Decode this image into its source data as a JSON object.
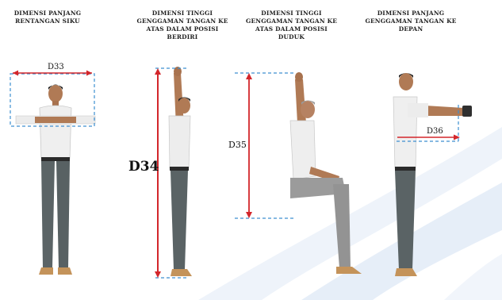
{
  "captions": [
    [
      "DIMENSI PANJANG",
      "RENTANGAN SIKU"
    ],
    [
      "DIMENSI TINGGI",
      "GENGGAMAN TANGAN KE",
      "ATAS DALAM POSISI",
      "BERDIRI"
    ],
    [
      "DIMENSI TINGGI",
      "GENGGAMAN TANGAN KE",
      "ATAS DALAM POSISI",
      "DUDUK"
    ],
    [
      "DIMENSI PANJANG",
      "GENGGAMAN TANGAN KE",
      "DEPAN"
    ]
  ],
  "labels": {
    "d33": "D33",
    "d34": "D34",
    "d35": "D35",
    "d36": "D36"
  },
  "colors": {
    "dimension_line": "#d3262b",
    "guide_line": "#3d8fd0"
  }
}
